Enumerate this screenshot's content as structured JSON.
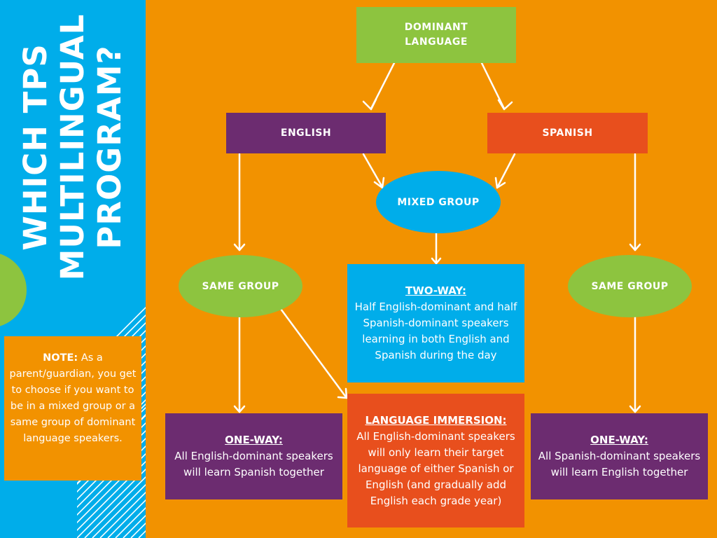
{
  "sidebar": {
    "title_line1": "WHICH TPS",
    "title_line2": "MULTILINGUAL",
    "title_line3": "PROGRAM?",
    "note_label": "NOTE:",
    "note_text": " As a parent/guardian, you get to choose if you want to be in a mixed group or a same group of dominant language speakers."
  },
  "flowchart": {
    "root": "DOMINANT LANGUAGE",
    "english": "ENGLISH",
    "spanish": "SPANISH",
    "mixed_group": "MIXED GROUP",
    "same_group_left": "SAME GROUP",
    "same_group_right": "SAME GROUP",
    "two_way": {
      "heading": "TWO-WAY:",
      "body": "Half English-dominant and half Spanish-dominant speakers learning in both English and Spanish during the day"
    },
    "one_way_english": {
      "heading": "ONE-WAY:",
      "body": "All English-dominant speakers will learn Spanish together"
    },
    "language_immersion": {
      "heading": "LANGUAGE IMMERSION:",
      "body": "All English-dominant speakers will only learn their target language of either Spanish or English (and gradually add English each grade year)"
    },
    "one_way_spanish": {
      "heading": "ONE-WAY:",
      "body": "All Spanish-dominant speakers will learn English together"
    }
  },
  "colors": {
    "background": "#f29200",
    "sidebar": "#00adea",
    "green": "#8dc43f",
    "purple": "#6c2c70",
    "red": "#e84f1d",
    "blue": "#00adea"
  }
}
